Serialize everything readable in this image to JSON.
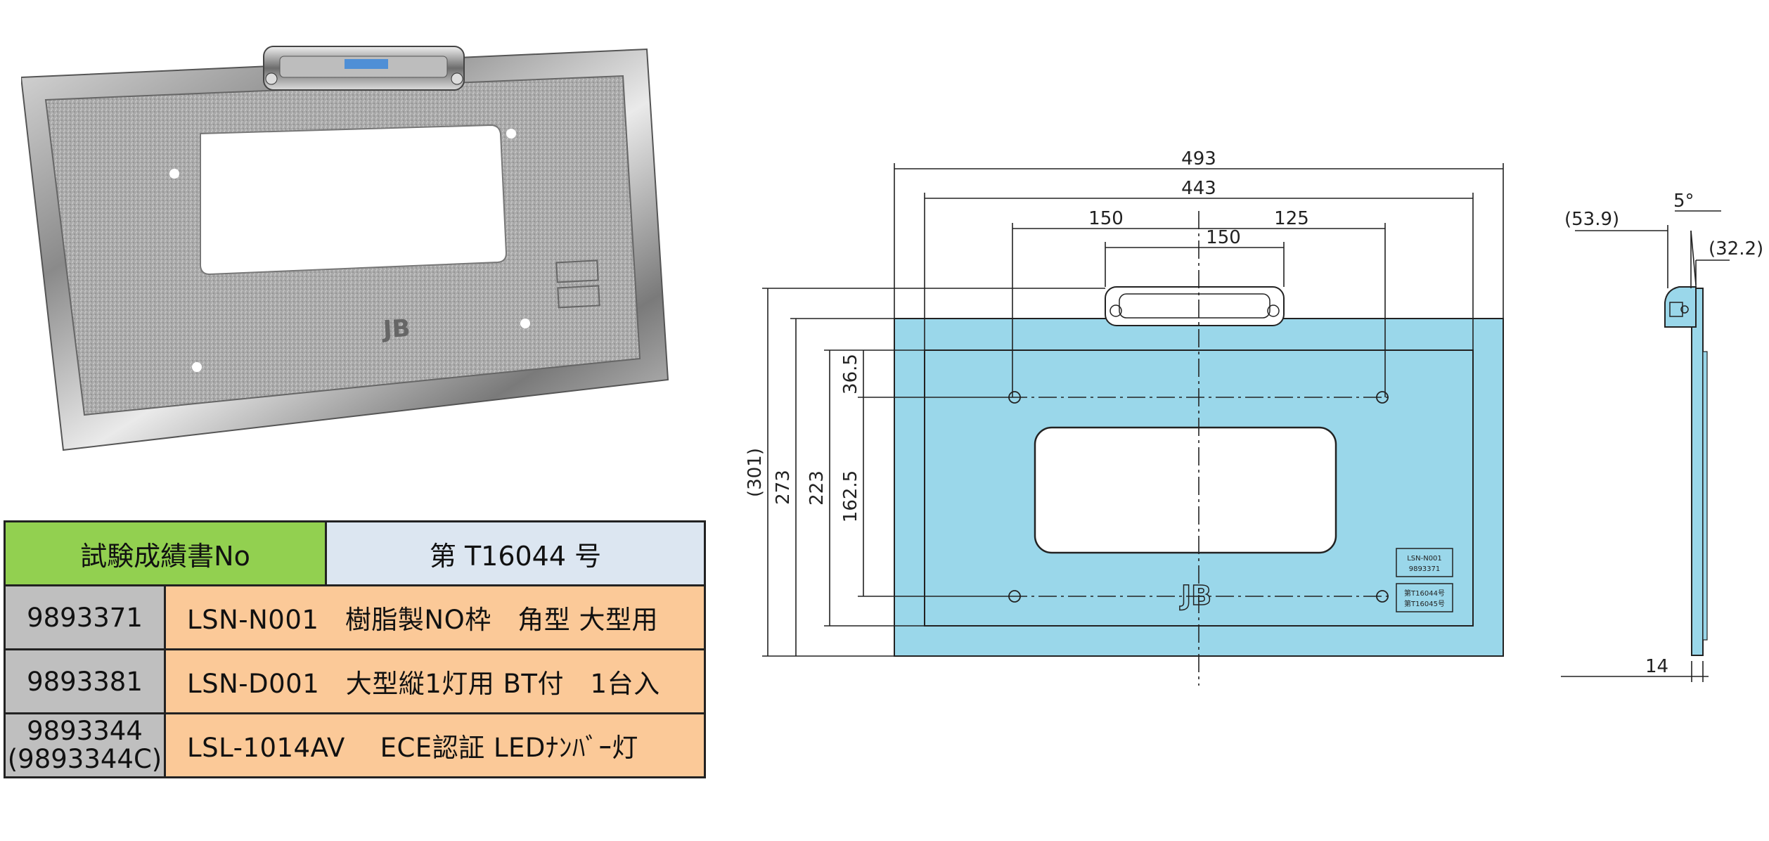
{
  "photo": {
    "logo_text": "JB"
  },
  "table": {
    "header_left": "試験成績書No",
    "header_right": "第 T16044 号",
    "rows": [
      {
        "code": "9893371",
        "code2": "",
        "desc": "LSN-N001　樹脂製NO枠　角型 大型用"
      },
      {
        "code": "9893381",
        "code2": "",
        "desc": "LSN-D001　大型縦1灯用 BT付　1台入"
      },
      {
        "code": "9893344",
        "code2": "(9893344C)",
        "desc": "LSL-1014AV　 ECE認証 LEDﾅﾝﾊﾞｰ灯"
      }
    ]
  },
  "front_drawing": {
    "dims": {
      "overall_width": "493",
      "inner_width": "443",
      "left_offset": "150",
      "right_offset": "125",
      "lamp_width": "150",
      "overall_height": "(301)",
      "plate_height": "273",
      "inner_height": "223",
      "hole_pitch_v": "162.5",
      "top_offset": "36.5"
    },
    "logo_text": "JB",
    "label_box1": [
      "LSN-N001",
      "9893371"
    ],
    "label_box2": [
      "第T16044号",
      "第T16045号"
    ]
  },
  "side_drawing": {
    "dims": {
      "left_ref": "(53.9)",
      "angle": "5°",
      "right_ref": "(32.2)",
      "thickness": "14"
    }
  },
  "colors": {
    "plate_fill": "#9ad7ea",
    "header_green": "#92d050",
    "header_blue": "#dce6f1",
    "code_gray": "#bfbfbf",
    "desc_orange": "#fbc998"
  }
}
